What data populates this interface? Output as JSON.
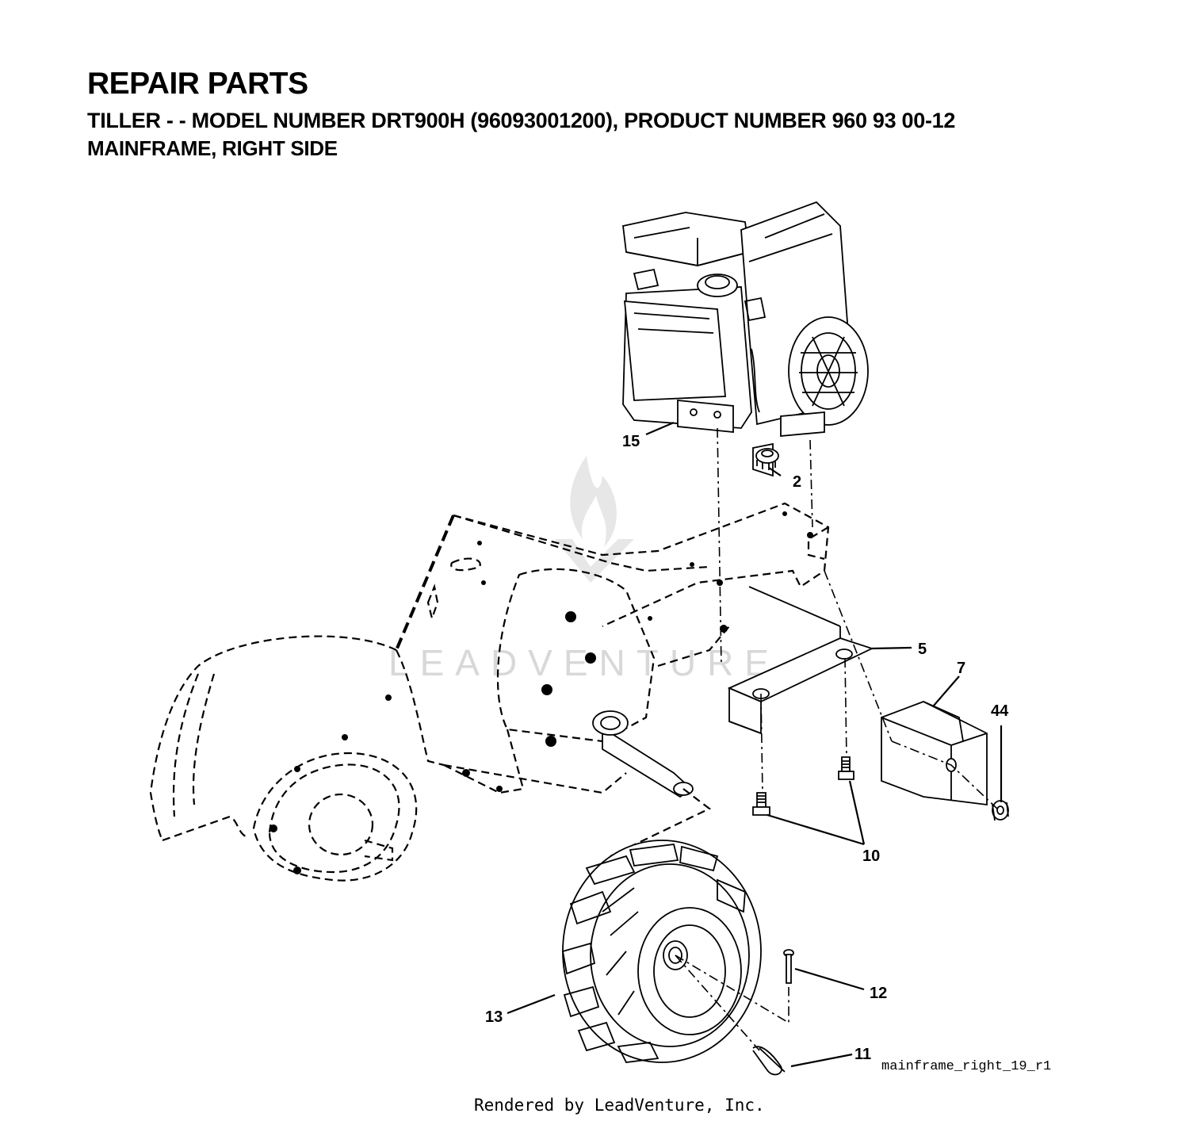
{
  "header": {
    "title": "REPAIR PARTS",
    "subtitle": "TILLER - - MODEL NUMBER DRT900H (96093001200), PRODUCT NUMBER 960 93 00-12",
    "section": "MAINFRAME, RIGHT SIDE"
  },
  "callouts": {
    "c2": "2",
    "c5": "5",
    "c7": "7",
    "c10": "10",
    "c11": "11",
    "c12": "12",
    "c13": "13",
    "c15": "15",
    "c44": "44"
  },
  "diagram_id": "mainframe_right_19_r1",
  "watermark": "LEADVENTURE",
  "footer": "Rendered by LeadVenture, Inc."
}
